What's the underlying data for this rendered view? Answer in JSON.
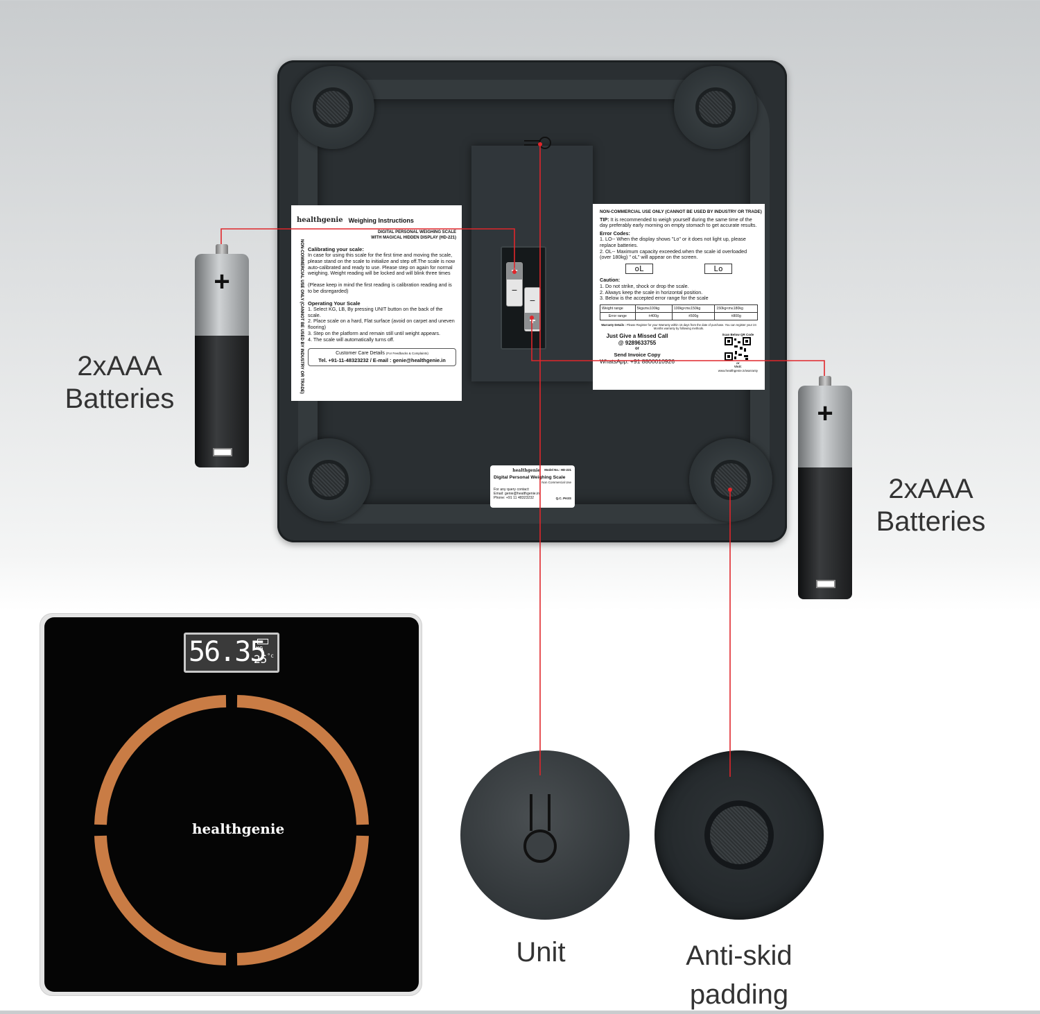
{
  "left_label": {
    "brand": "healthgenie",
    "title": "Weighing Instructions",
    "product_line1": "DIGITAL PERSONAL WEIGHING SCALE",
    "product_line2": "WITH MAGICAL HIDDEN DISPLAY (HD-221)",
    "side_text": "NON-COMMERCIAL USE ONLY (CANNOT BE USED BY INDUSTRY OR TRADE)",
    "calib_heading": "Calibrating your scale:",
    "calib_text": "In case for using this scale for the first time and moving the scale, please stand on the scale to initialize and step off.The scale is now auto-calibrated and ready to use. Please step on again for normal weighing. Weight reading will be locked and will blink three times",
    "calib_note": "(Please keep in mind the first reading is calibration reading and is to be disregarded)",
    "op_heading": "Operating Your Scale",
    "op_steps": [
      "1. Select KG, LB, By pressing UNIT button on the back of the scale.",
      "2. Place scale on a hard, Flat surface (avoid on carpet and uneven flooring)",
      "3. Step on the platform and remain still until weight appears.",
      "4. The scale will automatically turns off."
    ],
    "care_heading": "Customer Care Details",
    "care_sub": "(For Feedbacks & Complaints)",
    "care_contact": "Tel. +91-11-48323232 / E-mail : genie@healthgenie.in"
  },
  "right_label": {
    "header": "NON-COMMERCIAL USE ONLY (CANNOT BE USED BY INDUSTRY OR TRADE)",
    "tip_label": "TIP:",
    "tip_text": "It is recommended to weigh yourself during the same time of the day preferably early morning on empty stomach to get accurate results.",
    "error_heading": "Error Codes:",
    "error_1": "1. LO-- When the display shows \"Lo\" or it does not light up, please replace batteries.",
    "error_2": "2. OL-- Maximum capacity exceeded.when the scale id overloaded (over 180kg) \" oL\" will appear on the screen.",
    "code_ol": "oL",
    "code_lo": "Lo",
    "caution_heading": "Caution:",
    "caution_items": [
      "1. Do not strike, shock or drop the scale.",
      "2. Always keep the scale in horizontal position.",
      "3. Below is the accepted error range for the scale"
    ],
    "table": {
      "row1": [
        "Weight range",
        "5kg≤m≤100kg",
        "100kg<m≤150kg",
        "150kg<m≤180kg"
      ],
      "row2": [
        "Error range",
        "±400g",
        "±500g",
        "±800g"
      ]
    },
    "warranty_label": "Warranty Details :",
    "warranty_text": "Please Register for your Warranty within 15 days from the date of purchase. You can register your 24 Months warranty by following methods.",
    "missed_call": "Just Give a Missed Call",
    "missed_number": "@ 9289633755",
    "or1": "or",
    "invoice": "Send Invoice Copy",
    "whatsapp": "WhatsApp: +91 8800010926",
    "scan_label": "Scan Below QR Code",
    "or2": "or",
    "visit_label": "Visit:",
    "visit_url": "www.healthgenie.in/warranty"
  },
  "small_label": {
    "brand": "healthgenie",
    "model": "Model No.: HD-221",
    "title": "Digital Personal Weighing Scale",
    "sub": "Non Commercial Use",
    "query": "For any query contact:",
    "email": "Email: genie@healthgenie.in",
    "phone": "Phone: +91 11 48323232",
    "qc": "Q.C. PASS"
  },
  "battery_bay": {
    "plus": "+",
    "minus": "−"
  },
  "callouts": {
    "batteries_left_line1": "2xAAA",
    "batteries_left_line2": "Batteries",
    "batteries_right_line1": "2xAAA",
    "batteries_right_line2": "Batteries",
    "unit": "Unit",
    "antiskid_line1": "Anti-skid",
    "antiskid_line2": "padding"
  },
  "battery_symbols": {
    "plus": "+"
  },
  "front_scale": {
    "reading": "56.35",
    "unit": "KG",
    "temperature": "25",
    "temp_unit": "°c",
    "brand": "healthgenie"
  },
  "colors": {
    "ring": "#c97c45",
    "callout_line": "#e0262b",
    "scale_body": "#2a2f32"
  }
}
